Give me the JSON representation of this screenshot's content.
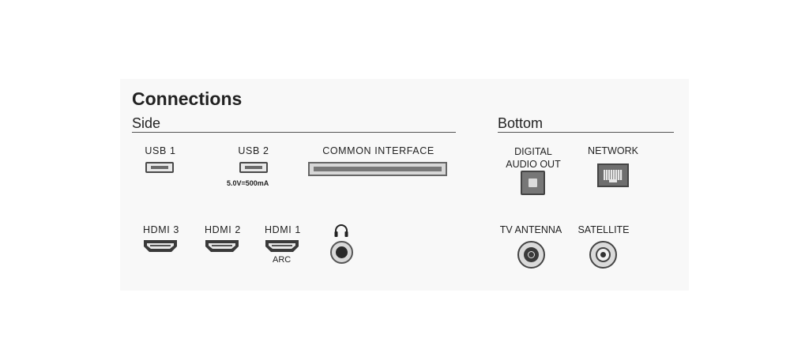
{
  "title": "Connections",
  "side": {
    "heading": "Side",
    "usb1": {
      "label": "USB 1"
    },
    "usb2": {
      "label": "USB 2",
      "sublabel": "5.0V=500mA"
    },
    "common_interface": {
      "label": "COMMON INTERFACE"
    },
    "hdmi3": {
      "label": "HDMI 3"
    },
    "hdmi2": {
      "label": "HDMI 2"
    },
    "hdmi1": {
      "label": "HDMI 1",
      "sublabel": "ARC"
    },
    "headphone": {
      "icon": "headphone-icon"
    }
  },
  "bottom": {
    "heading": "Bottom",
    "digital_audio_out": {
      "label_line1": "DIGITAL",
      "label_line2": "AUDIO OUT"
    },
    "network": {
      "label": "NETWORK"
    },
    "tv_antenna": {
      "label": "TV ANTENNA"
    },
    "satellite": {
      "label": "SATELLITE"
    }
  }
}
